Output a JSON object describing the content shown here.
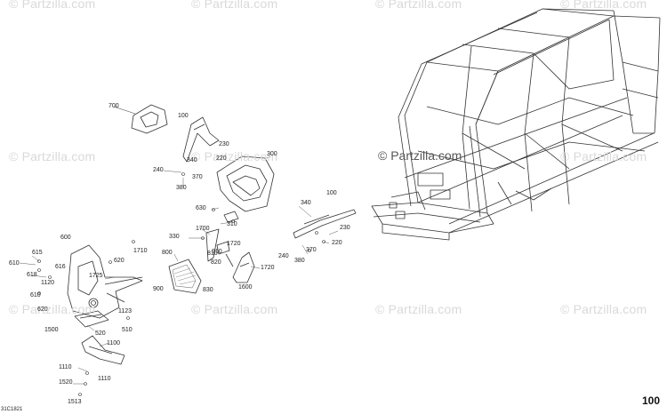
{
  "watermark": "© Partzilla.com",
  "watermark_center": "© Partzilla.com",
  "diagram_code": "31C1821",
  "page_number": "100",
  "labels": {
    "l700": "700",
    "l100a": "100",
    "l230a": "230",
    "l220": "220",
    "l340a": "340",
    "l240a": "240",
    "l370a": "370",
    "l380a": "380",
    "l300": "300",
    "l630": "630",
    "l310": "310",
    "l1700": "1700",
    "l330": "330",
    "l1720a": "1720",
    "l100b": "100",
    "l340b": "340",
    "l230b": "230",
    "l220b": "220",
    "l240b": "240",
    "l380b": "380",
    "l370b": "370",
    "l600": "600",
    "l615": "615",
    "l610a": "610",
    "l618": "618",
    "l616": "616",
    "l620a": "620",
    "l1710": "1710",
    "l800": "800",
    "l810": "810",
    "l910": "910",
    "l820": "820",
    "l1720b": "1720",
    "l1600": "1600",
    "l1725": "1725",
    "l1120": "1120",
    "l610b": "610",
    "l620b": "620",
    "l900": "900",
    "l830": "830",
    "l1123": "1123",
    "l1500": "1500",
    "l520": "520",
    "l510": "510",
    "l1100": "1100",
    "l1110a": "1110",
    "l1110b": "1110",
    "l1520": "1520",
    "l1513": "1513"
  }
}
